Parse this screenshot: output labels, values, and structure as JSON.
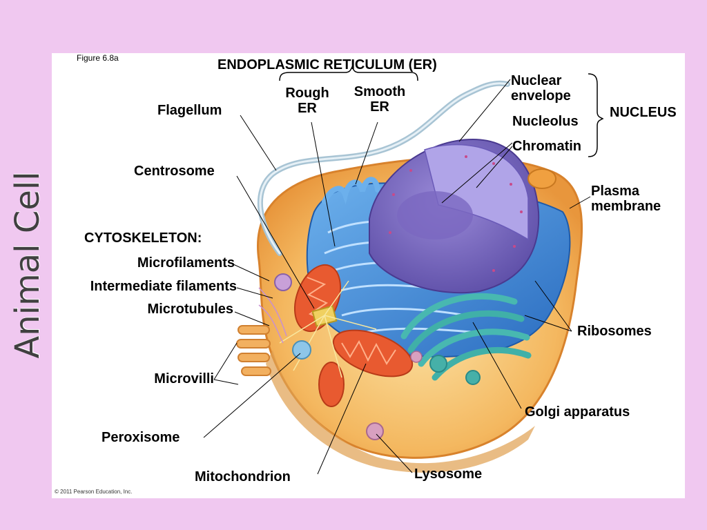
{
  "side_title": "Animal Cell",
  "figure_label": "Figure 6.8a",
  "copyright": "© 2011 Pearson Education, Inc.",
  "labels": {
    "er_header": "ENDOPLASMIC RETICULUM (ER)",
    "rough_er_1": "Rough",
    "rough_er_2": "ER",
    "smooth_er_1": "Smooth",
    "smooth_er_2": "ER",
    "flagellum": "Flagellum",
    "centrosome": "Centrosome",
    "cytoskeleton": "CYTOSKELETON:",
    "microfilaments": "Microfilaments",
    "intermediate_filaments": "Intermediate filaments",
    "microtubules": "Microtubules",
    "microvilli": "Microvilli",
    "peroxisome": "Peroxisome",
    "mitochondrion": "Mitochondrion",
    "lysosome": "Lysosome",
    "golgi": "Golgi apparatus",
    "ribosomes": "Ribosomes",
    "plasma_1": "Plasma",
    "plasma_2": "membrane",
    "nuclear_env_1": "Nuclear",
    "nuclear_env_2": "envelope",
    "nucleolus": "Nucleolus",
    "chromatin": "Chromatin",
    "nucleus": "NUCLEUS"
  },
  "colors": {
    "background": "#f0c8f0",
    "panel": "#ffffff",
    "cytoplasm": "#f4b860",
    "er": "#4a90d8",
    "nucleus": "#8878c8",
    "golgi": "#40b0a8",
    "mitochondrion": "#e85a30"
  }
}
